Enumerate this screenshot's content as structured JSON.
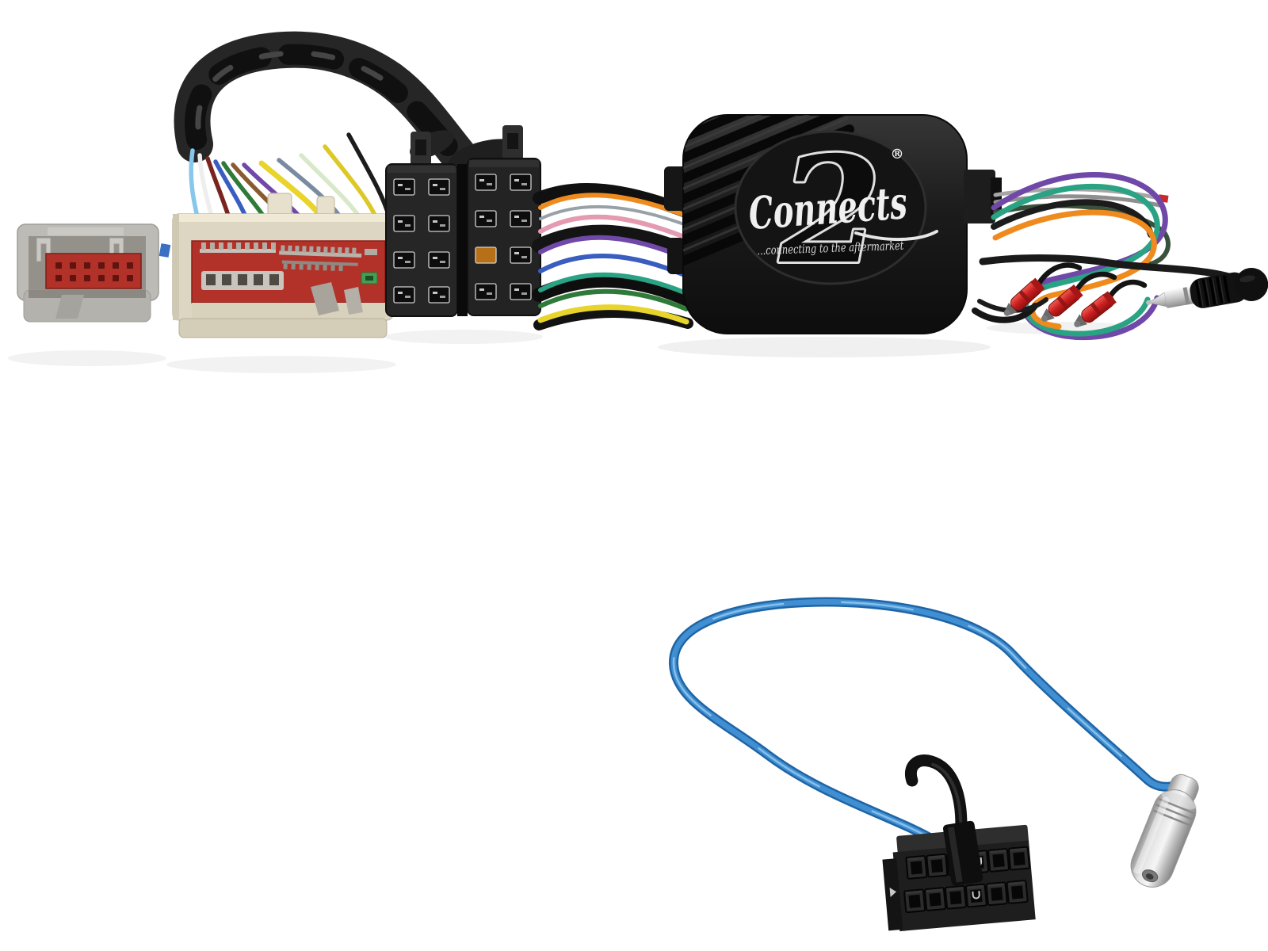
{
  "meta": {
    "description": "Product photo on white background: Connects2 steering wheel control interface harness (grey and beige OEM plugs, tape-wrapped loom, two black ISO connectors, black interface box, patch wires with red bullet terminals and right-angle 3.5mm jack) plus a separate blue antenna adapter lead with a black 12-pin plug and chrome DIN antenna socket."
  },
  "logo": {
    "script": "Connects",
    "numeral": "2",
    "registered": "®",
    "tagline": "...connecting to the aftermarket"
  },
  "colors": {
    "bg": "#ffffff",
    "grey-connector": "#bdbbb5",
    "beige-connector": "#ddd6c2",
    "red-insert": "#b23129",
    "iso-black": "#262626",
    "box-black": "#1b1b1b",
    "emblem-black": "#141414",
    "logo-white": "#f0f0f0",
    "tape-black": "#262626",
    "bullet-red": "#cc2424",
    "cable-blue": "#2e7fc2",
    "cable-blue-dark": "#1f64a4",
    "cable-blue-light": "#3f8fd2",
    "silver": "#c9c9c9",
    "wire-orange": "#ef8a1e",
    "wire-purple": "#6f48a8",
    "wire-teal": "#2aa284",
    "wire-yellow": "#e8d42a",
    "wire-green": "#2f7a38",
    "wire-blue": "#3a5ec0",
    "wire-pink": "#e49ab0",
    "wire-grey": "#98a0a8",
    "wire-lightblue": "#86c7ea",
    "wire-white": "#eeeeee",
    "wire-brown": "#8a5a30",
    "wire-maroon": "#7a2420",
    "wire-black": "#1c1c1c",
    "microfit-black": "#1e1e1e"
  },
  "components": {
    "top_harness": {
      "oem_connector_grey": "grey OEM quadlock plug with red pin insert",
      "oem_connector_beige": "beige OEM connector with red pin insert",
      "wrapped_loom": "black tape-wrapped wiring loom",
      "iso_connector_left": "black ISO block connector",
      "iso_connector_right": "black ISO block connector",
      "interface_box": "black Connects2 interface module",
      "patch_wires": "purple, teal, orange and grey looped patch wires",
      "bullet_terminals": "three red bullet crimp terminals",
      "jack_plug": "right-angle 3.5mm stereo jack plug"
    },
    "bottom_lead": {
      "cable": "blue antenna adapter lead",
      "connector_12pin": "black 12-pin micro-fit plug",
      "antenna_socket": "chrome DIN antenna socket"
    },
    "wire_colors_left_fan": [
      "light-blue",
      "white",
      "maroon",
      "blue",
      "green",
      "brown",
      "purple",
      "yellow",
      "grey-blue",
      "white-green",
      "yellow",
      "black"
    ],
    "wire_colors_mid_bundle": [
      "orange",
      "grey",
      "pink",
      "purple",
      "blue",
      "teal",
      "green",
      "yellow"
    ],
    "wire_colors_right_loop": [
      "grey",
      "dark-green",
      "purple",
      "teal",
      "orange",
      "black"
    ]
  }
}
